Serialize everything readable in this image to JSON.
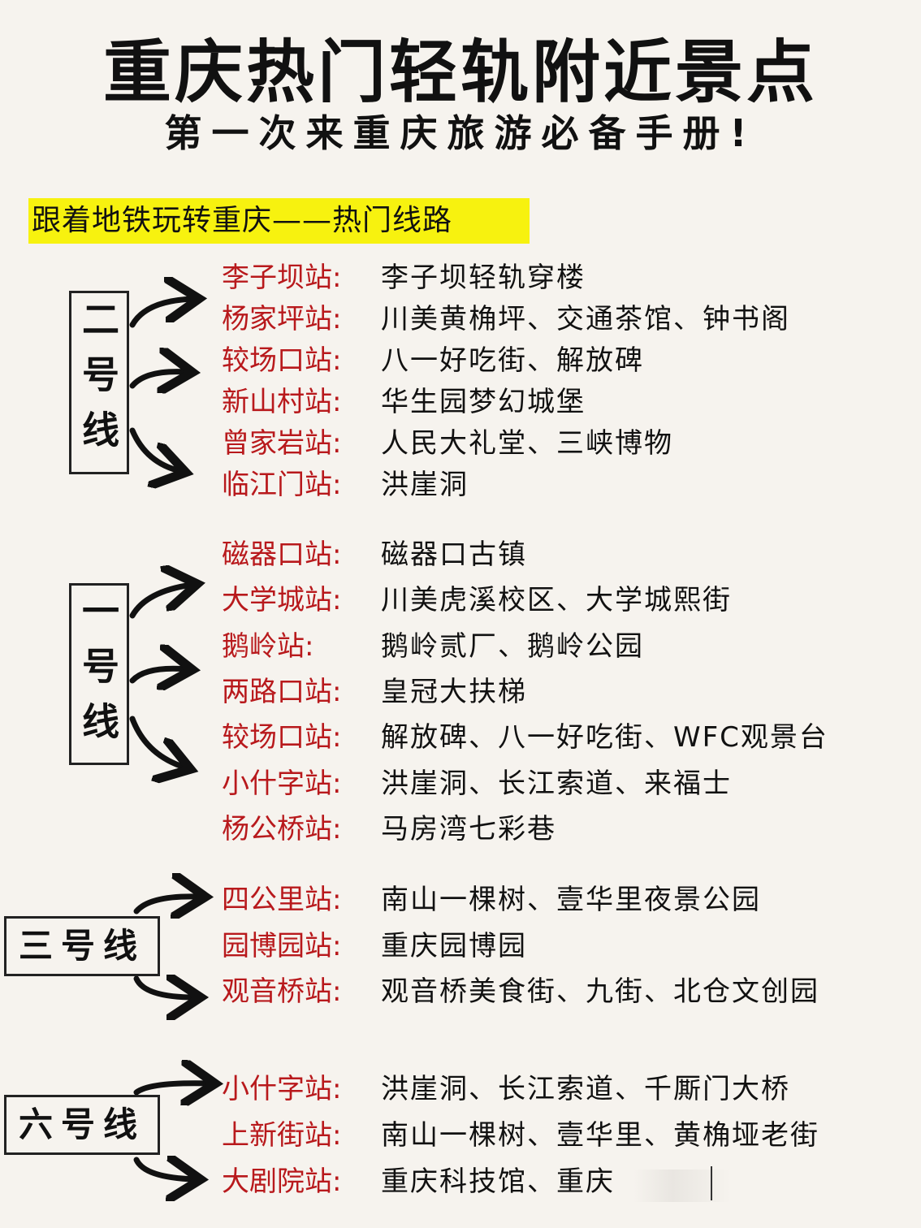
{
  "title": "重庆热门轻轨附近景点",
  "subtitle": "第一次来重庆旅游必备手册!",
  "banner": "跟着地铁玩转重庆——热门线路",
  "lines": [
    {
      "name": "二号线",
      "stations": [
        {
          "station": "李子坝站:",
          "spots": "李子坝轻轨穿楼"
        },
        {
          "station": "杨家坪站:",
          "spots": "川美黄桷坪、交通茶馆、钟书阁"
        },
        {
          "station": "较场口站:",
          "spots": "八一好吃街、解放碑"
        },
        {
          "station": "新山村站:",
          "spots": "华生园梦幻城堡"
        },
        {
          "station": "曾家岩站:",
          "spots": "人民大礼堂、三峡博物"
        },
        {
          "station": "临江门站:",
          "spots": "洪崖洞"
        }
      ]
    },
    {
      "name": "一号线",
      "stations": [
        {
          "station": "磁器口站:",
          "spots": "磁器口古镇"
        },
        {
          "station": "大学城站:",
          "spots": "川美虎溪校区、大学城熙街"
        },
        {
          "station": "鹅岭站:",
          "spots": "鹅岭贰厂、鹅岭公园"
        },
        {
          "station": "两路口站:",
          "spots": "皇冠大扶梯"
        },
        {
          "station": "较场口站:",
          "spots": "解放碑、八一好吃街、WFC观景台"
        },
        {
          "station": "小什字站:",
          "spots": "洪崖洞、长江索道、来福士"
        },
        {
          "station": "杨公桥站:",
          "spots": "马房湾七彩巷"
        }
      ]
    },
    {
      "name": "三号线",
      "stations": [
        {
          "station": "四公里站:",
          "spots": "南山一棵树、壹华里夜景公园"
        },
        {
          "station": "园博园站:",
          "spots": "重庆园博园"
        },
        {
          "station": "观音桥站:",
          "spots": "观音桥美食街、九街、北仓文创园"
        }
      ]
    },
    {
      "name": "六号线",
      "stations": [
        {
          "station": "小什字站:",
          "spots": "洪崖洞、长江索道、千厮门大桥"
        },
        {
          "station": "上新街站:",
          "spots": "南山一棵树、壹华里、黄桷垭老街"
        },
        {
          "station": "大剧院站:",
          "spots": "重庆科技馆、重庆"
        }
      ]
    }
  ]
}
